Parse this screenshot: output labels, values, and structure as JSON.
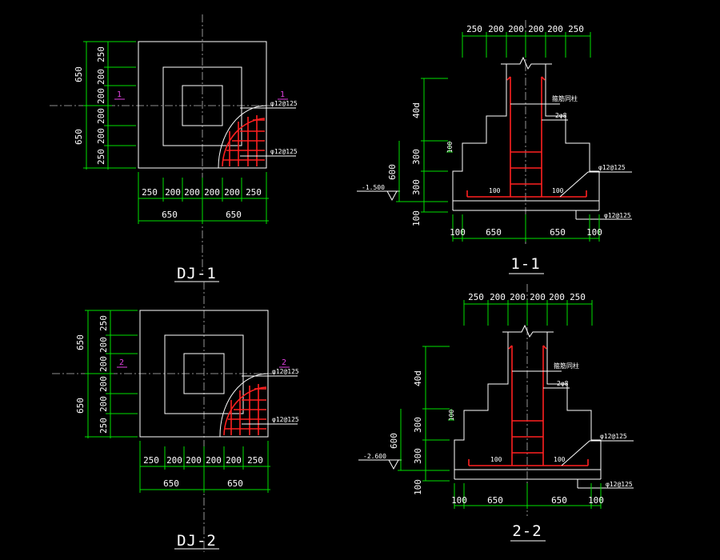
{
  "colors": {
    "background": "#000000",
    "outline": "#ffffff",
    "dimension": "#00e000",
    "rebar": "#ff2020",
    "marker": "#e040e0"
  },
  "plan_dj1": {
    "title": "DJ-1",
    "left_small": [
      "250",
      "200",
      "200",
      "200",
      "200",
      "250"
    ],
    "left_big": [
      "650",
      "650"
    ],
    "bottom_small": [
      "250",
      "200",
      "200",
      "200",
      "200",
      "250"
    ],
    "bottom_big": [
      "650",
      "650"
    ],
    "section_mark": "1",
    "rebar_top": "φ12@125",
    "rebar_bottom": "φ12@125"
  },
  "plan_dj2": {
    "title": "DJ-2",
    "left_small": [
      "250",
      "200",
      "200",
      "200",
      "200",
      "250"
    ],
    "left_big": [
      "650",
      "650"
    ],
    "bottom_small": [
      "250",
      "200",
      "200",
      "200",
      "200",
      "250"
    ],
    "bottom_big": [
      "650",
      "650"
    ],
    "section_mark": "2",
    "rebar_top": "φ12@125",
    "rebar_bottom": "φ12@125"
  },
  "section_1": {
    "title": "1-1",
    "top_dims": [
      "250",
      "200",
      "200",
      "200",
      "200",
      "250"
    ],
    "left_dims": [
      "40d",
      "300",
      "300",
      "100"
    ],
    "overall_left": "600",
    "step_dim": "100",
    "elevation": "-1.500",
    "stirrup_note": "箍筋同柱",
    "bars_note": "2φ8",
    "rebar_mid": "φ12@125",
    "rebar_bottom": "φ12@125",
    "hook": "100",
    "bottom_dims": [
      "100",
      "650",
      "650",
      "100"
    ]
  },
  "section_2": {
    "title": "2-2",
    "top_dims": [
      "250",
      "200",
      "200",
      "200",
      "200",
      "250"
    ],
    "left_dims": [
      "40d",
      "300",
      "300",
      "100"
    ],
    "overall_left": "600",
    "step_dim": "100",
    "elevation": "-2.600",
    "stirrup_note": "箍筋同柱",
    "bars_note": "2φ8",
    "rebar_mid": "φ12@125",
    "rebar_bottom": "φ12@125",
    "hook": "100",
    "bottom_dims": [
      "100",
      "650",
      "650",
      "100"
    ]
  }
}
